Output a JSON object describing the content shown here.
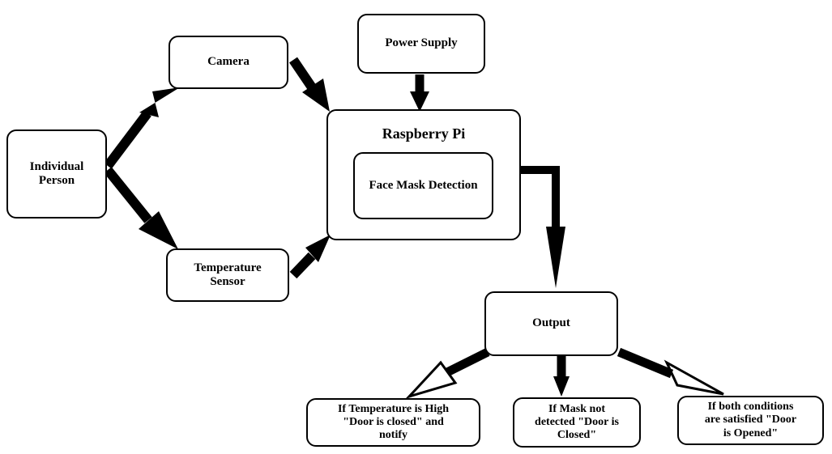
{
  "nodes": {
    "individual_person": "Individual\nPerson",
    "camera": "Camera",
    "temperature_sensor": "Temperature\nSensor",
    "power_supply": "Power Supply",
    "raspberry_pi": "Raspberry Pi",
    "face_mask_detection": "Face Mask Detection",
    "output": "Output",
    "outcome_temperature_high": "If Temperature is High\n\"Door is closed\" and\nnotify",
    "outcome_mask_not_detected": "If Mask not\ndetected \"Door is\nClosed\"",
    "outcome_both_satisfied": "If both conditions\nare satisfied \"Door\nis Opened\""
  },
  "connections": [
    {
      "from": "individual_person",
      "to": "camera"
    },
    {
      "from": "individual_person",
      "to": "temperature_sensor"
    },
    {
      "from": "camera",
      "to": "raspberry_pi"
    },
    {
      "from": "temperature_sensor",
      "to": "raspberry_pi"
    },
    {
      "from": "power_supply",
      "to": "raspberry_pi"
    },
    {
      "from": "raspberry_pi",
      "to": "output"
    },
    {
      "from": "output",
      "to": "outcome_temperature_high"
    },
    {
      "from": "output",
      "to": "outcome_mask_not_detected"
    },
    {
      "from": "output",
      "to": "outcome_both_satisfied"
    }
  ],
  "colors": {
    "stroke": "#000000",
    "background": "#ffffff"
  }
}
